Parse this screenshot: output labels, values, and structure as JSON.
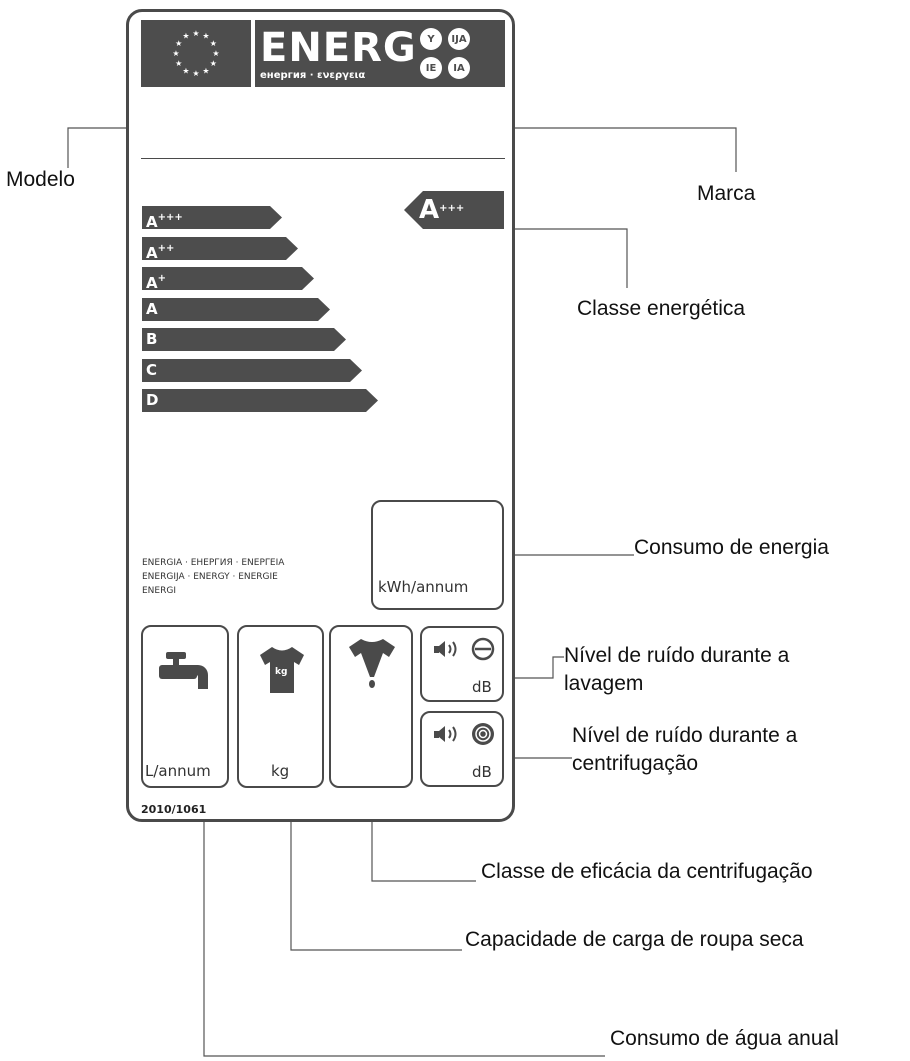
{
  "label": {
    "header": {
      "energ": "ENERG",
      "subtitle": "енергия · ενεργεια",
      "lang_codes": [
        "Y",
        "IJA",
        "IE",
        "IA"
      ],
      "eu_flag_icon": "eu-stars-icon"
    },
    "scale": [
      "A+++",
      "A++",
      "A+",
      "A",
      "B",
      "C",
      "D"
    ],
    "energy_class": "A+++",
    "energy_word_lines": [
      "ENERGIA · ЕНЕРГИЯ · ΕΝΕΡΓΕΙΑ",
      "ENERGIJA · ENERGY · ENERGIE",
      "ENERGI"
    ],
    "energy_unit": "kWh/annum",
    "water_unit": "L/annum",
    "capacity_unit": "kg",
    "shirt_badge": "kg",
    "wash_noise_unit": "dB",
    "spin_noise_unit": "dB",
    "regulation": "2010/1061",
    "colors": {
      "label_gray": "#4d4d4d",
      "border": "#4a4a4a"
    },
    "icons": [
      "faucet-icon",
      "tshirt-icon",
      "wrung-shirt-icon",
      "speaker-icon",
      "wash-drum-icon",
      "spin-drum-icon"
    ]
  },
  "annotations": {
    "modelo": "Modelo",
    "marca": "Marca",
    "classe_energetica": "Classe energética",
    "consumo_energia": "Consumo de energia",
    "ruido_lavagem": [
      "Nível de ruído durante a",
      "lavagem"
    ],
    "ruido_centrifugacao": [
      "Nível de ruído durante a",
      "centrifugação"
    ],
    "eficacia_centrifugacao": "Classe de eficácia da centrifugação",
    "capacidade_carga": "Capacidade de carga de roupa seca",
    "consumo_agua": "Consumo de água anual"
  }
}
